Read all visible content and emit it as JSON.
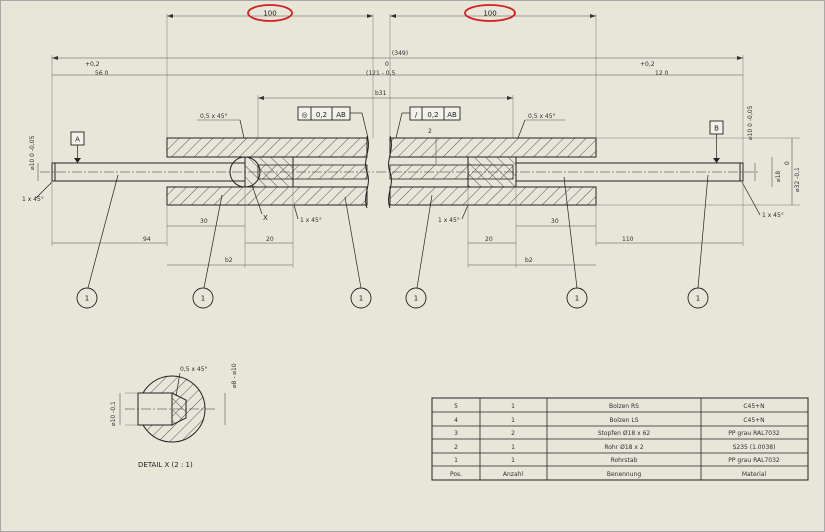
{
  "colors": {
    "background": "#e8e5d9",
    "line": "#222222",
    "highlight": "#d42020"
  },
  "drawing": {
    "highlighted_dims": [
      "100",
      "100"
    ],
    "overall": {
      "total": "(349)",
      "center_ref": "0",
      "left_tol": "+0,2",
      "left_len": "56 0",
      "mid_len": "(121 - 0,5",
      "right_tol": "+0,2",
      "right_len": "12 0",
      "inner_len": "b31"
    },
    "chamfers": {
      "left_top": "0,5 x 45°",
      "right_top": "0,5 x 45°",
      "left_end": "1 x 45°",
      "right_end": "1 x 45°",
      "inner_left": "1 x 45°",
      "inner_right": "1 x 45°"
    },
    "tolerance_frames": {
      "concentricity": {
        "symbol": "◎",
        "value": "0,2",
        "datum": "AB"
      },
      "runout": {
        "symbol": "/",
        "value": "0,2",
        "datum": "AB"
      }
    },
    "datums": {
      "a": "A",
      "b": "B"
    },
    "diameters": {
      "left_shaft": "⌀10 0 -0,05",
      "right_shaft": "⌀10 0 -0,05",
      "right_d18": "⌀18",
      "right_d0": "0",
      "right_d32": "⌀32 -0,1"
    },
    "hole_label": "2",
    "view_label": "X",
    "bottom_dims": {
      "d94": "94",
      "d30_left": "30",
      "d20_left": "20",
      "d62_left": "b2",
      "d30_right": "30",
      "d20_right": "20",
      "d62_right": "b2",
      "d110": "110"
    },
    "balloons": [
      "1",
      "1",
      "1",
      "1",
      "1",
      "1"
    ],
    "detail": {
      "title": "DETAIL X (2 : 1)",
      "chamfer": "0,5 x 45°",
      "diameter_left": "⌀10 -0,1",
      "diameter_right": "⌀8 - ⌀10"
    }
  },
  "bom": {
    "headers": [
      "Pos.",
      "Anzahl",
      "Benennung",
      "Material"
    ],
    "rows": [
      [
        "5",
        "1",
        "Bolzen RS",
        "C45+N"
      ],
      [
        "4",
        "1",
        "Bolzen LS",
        "C45+N"
      ],
      [
        "3",
        "2",
        "Stopfen Ø18 x 62",
        "PP grau RAL7032"
      ],
      [
        "2",
        "1",
        "Rohr Ø18 x 2",
        "S235 (1.0038)"
      ],
      [
        "1",
        "1",
        "Rohrstab",
        "PP grau RAL7032"
      ]
    ]
  }
}
